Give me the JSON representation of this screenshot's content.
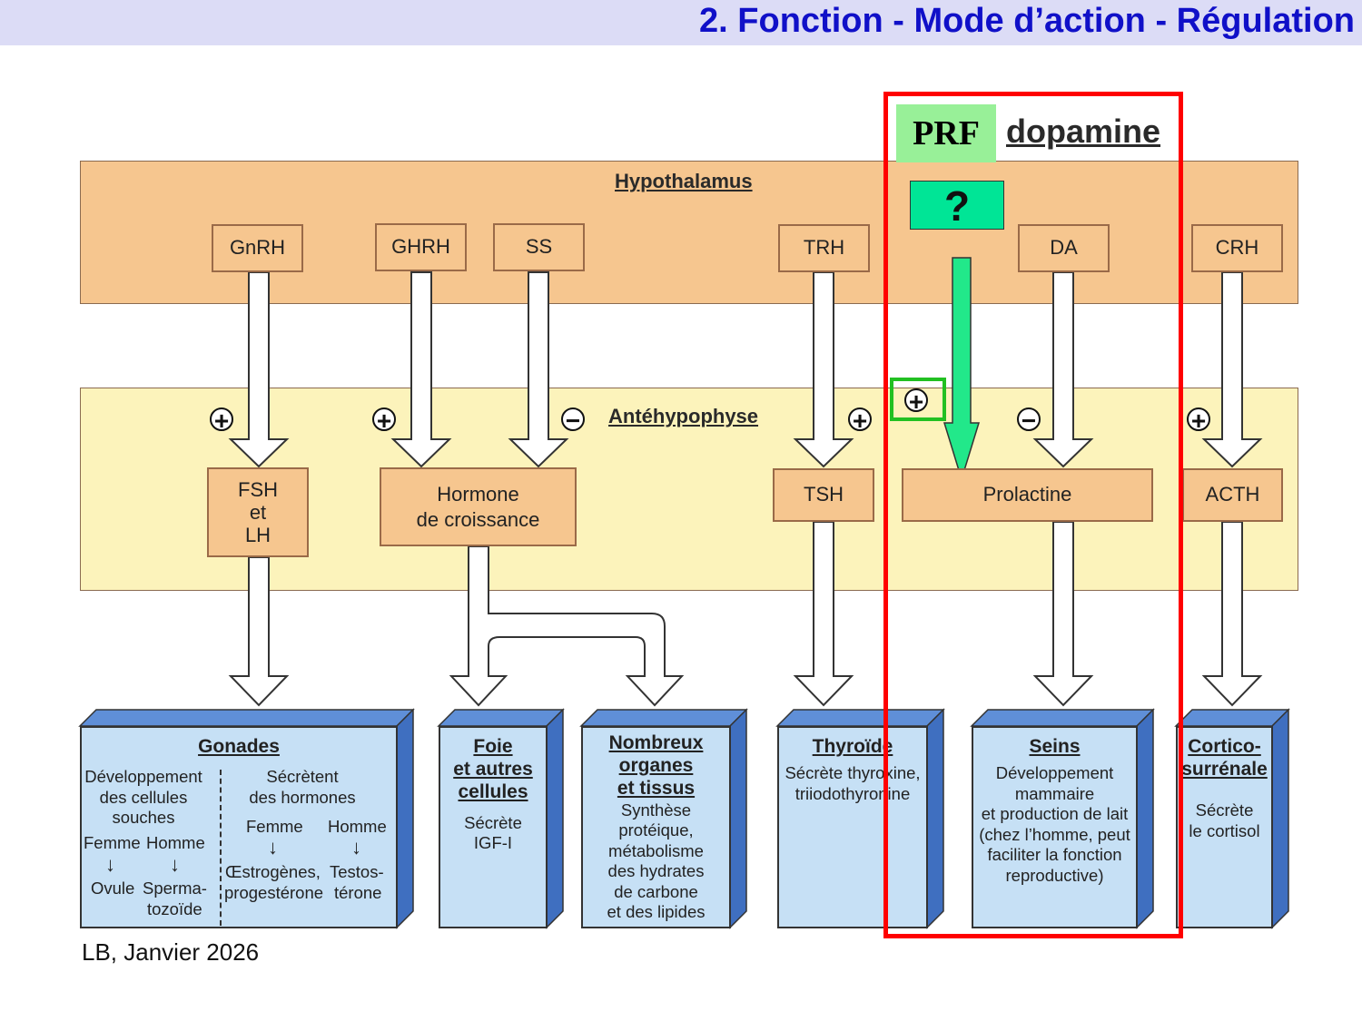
{
  "header": {
    "title": "2. Fonction - Mode d’action - Régulation"
  },
  "credit": "LB, Janvier 2026",
  "bands": {
    "hypothalamus": "Hypothalamus",
    "antehypophyse": "Antéhypophyse"
  },
  "hypothalamic_hormones": [
    "GnRH",
    "GHRH",
    "SS",
    "TRH",
    "DA",
    "CRH"
  ],
  "pituitary_hormones": {
    "fsh_lh": [
      "FSH",
      "et",
      "LH"
    ],
    "gh": [
      "Hormone",
      "de croissance"
    ],
    "tsh": "TSH",
    "prolactine": "Prolactine",
    "acth": "ACTH"
  },
  "signs": {
    "plus": "⊕",
    "minus": "⊖",
    "plus_char": "+",
    "minus_char": "−"
  },
  "overlay": {
    "prf": "PRF",
    "dopamine": "dopamine",
    "question": "?"
  },
  "targets": {
    "gonades": {
      "title": "Gonades",
      "left_lines": [
        "Développement",
        "des cellules",
        "souches"
      ],
      "right_lines": [
        "Sécrètent",
        "des hormones"
      ],
      "femme": "Femme",
      "homme": "Homme",
      "ovule": "Ovule",
      "sperma": "Sperma-",
      "tozoide": "tozoïde",
      "oestrogenes": "Œstrogènes,",
      "progesterone": "progestérone",
      "testos": "Testos-",
      "terone": "térone"
    },
    "foie": {
      "title_lines": [
        "Foie",
        "et autres",
        "cellules"
      ],
      "text_lines": [
        "Sécrète",
        "IGF-I"
      ]
    },
    "organes": {
      "title_lines": [
        "Nombreux",
        "organes",
        "et tissus"
      ],
      "text_lines": [
        "Synthèse",
        "protéique,",
        "métabolisme",
        "des hydrates",
        "de carbone",
        "et des lipides"
      ]
    },
    "thyroide": {
      "title": "Thyroïde",
      "text_lines": [
        "Sécrète thyroxine,",
        "triiodothyronine"
      ]
    },
    "seins": {
      "title": "Seins",
      "text_lines": [
        "Développement",
        "mammaire",
        "et production de lait",
        "(chez l’homme, peut",
        "faciliter la fonction",
        "reproductive)"
      ]
    },
    "cortico": {
      "title_lines": [
        "Cortico-",
        "surrénale"
      ],
      "text_lines": [
        "Sécrète",
        "le cortisol"
      ]
    }
  },
  "colors": {
    "hypothalamus": "#f6c68f",
    "antehypophyse": "#fcf3bb",
    "target": "#c6e0f5",
    "target_side": "#3f6fc0",
    "highlight_frame": "#ff0000",
    "green_arrow": "#22e88a",
    "title": "#1010c8"
  }
}
